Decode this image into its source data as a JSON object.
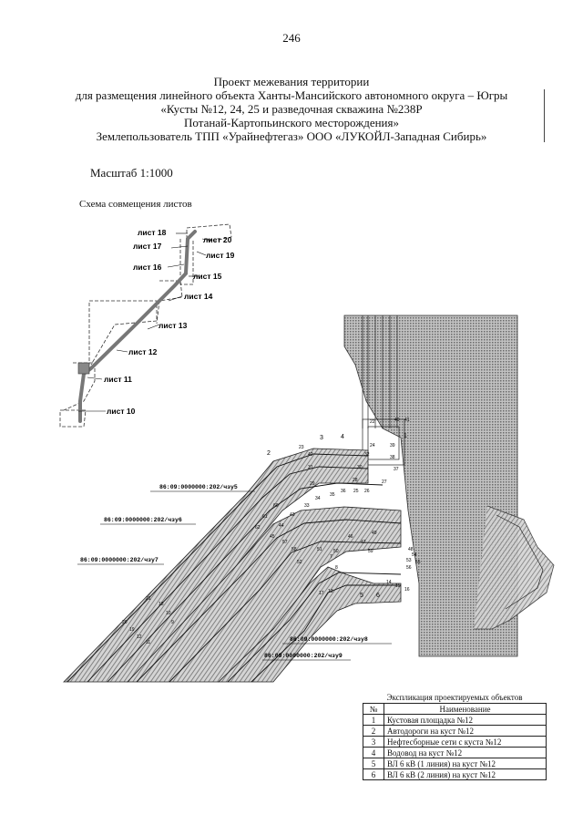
{
  "page_number": "246",
  "title_lines": [
    "Проект межевания территории",
    "для размещения линейного объекта Ханты-Мансийского автономного округа – Югры",
    "«Кусты №12, 24, 25  и разведочная скважина №238Р",
    "Потанай-Картопьинского месторождения»",
    "Землепользователь ТПП «Урайнефтегаз» ООО «ЛУКОЙЛ-Западная Сибирь»"
  ],
  "scale": "Масштаб 1:1000",
  "scheme": {
    "label": "Схема совмещения листов",
    "sheets": [
      "лист 18",
      "лист 17",
      "лист 20",
      "лист 19",
      "лист 16",
      "лист 15",
      "лист 14",
      "лист 13",
      "лист 12",
      "лист 11",
      "лист 10"
    ]
  },
  "map": {
    "parcels": [
      "86:09:0000000:202/чзу5",
      "86:09:0000000:202/чзу6",
      "86:09:0000000:202/чзу7",
      "86:09:0000000:202/чзу8",
      "86:09:0000000:202/чзу9"
    ],
    "object_numbers": [
      "2",
      "3",
      "4",
      "5",
      "6",
      "1"
    ],
    "point_labels": [
      "22",
      "23",
      "24",
      "40",
      "41",
      "42",
      "32",
      "31",
      "30",
      "29",
      "28",
      "27",
      "26",
      "25",
      "39",
      "38",
      "37",
      "36",
      "35",
      "34",
      "33",
      "43",
      "44",
      "45",
      "46",
      "47",
      "48",
      "49",
      "50",
      "51",
      "52",
      "53",
      "54",
      "55",
      "56",
      "21",
      "20",
      "19",
      "18",
      "17",
      "16",
      "15",
      "14",
      "13",
      "12",
      "11",
      "10",
      "9",
      "8",
      "7",
      "57",
      "58",
      "59",
      "60",
      "61",
      "62"
    ]
  },
  "legend": {
    "title": "Экспликация проектируемых объектов",
    "headers": [
      "№",
      "Наименование"
    ],
    "rows": [
      [
        "1",
        "Кустовая площадка №12"
      ],
      [
        "2",
        "Автодороги на куст №12"
      ],
      [
        "3",
        "Нефтесборные сети с куста №12"
      ],
      [
        "4",
        "Водовод на куст №12"
      ],
      [
        "5",
        "ВЛ 6 кВ (1 линия) на куст №12"
      ],
      [
        "6",
        "ВЛ 6 кВ (2 линия) на куст №12"
      ]
    ]
  },
  "colors": {
    "ink": "#111111",
    "hatch": "#8a8a8a",
    "pad": "#9a9a9a"
  }
}
